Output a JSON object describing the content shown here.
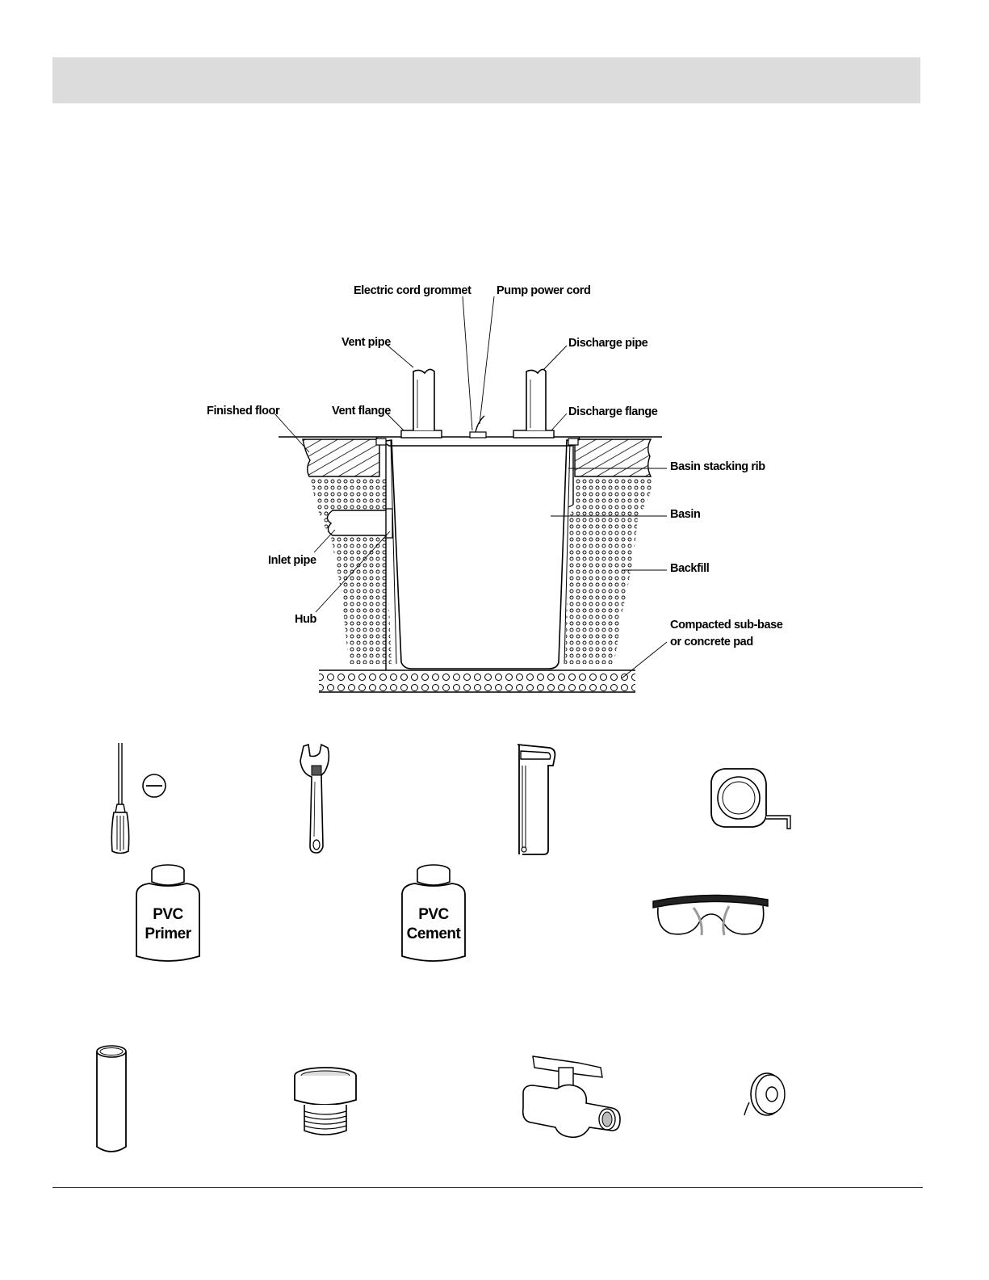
{
  "diagram": {
    "labels": {
      "electric_cord_grommet": "Electric cord grommet",
      "pump_power_cord": "Pump power cord",
      "vent_pipe": "Vent pipe",
      "discharge_pipe": "Discharge pipe",
      "finished_floor": "Finished floor",
      "vent_flange": "Vent flange",
      "discharge_flange": "Discharge flange",
      "basin_stacking_rib": "Basin stacking rib",
      "basin": "Basin",
      "inlet_pipe": "Inlet pipe",
      "backfill": "Backfill",
      "hub": "Hub",
      "sub_base_line1": "Compacted sub-base",
      "sub_base_line2": "or concrete pad"
    }
  },
  "tools": {
    "primer": {
      "line1": "PVC",
      "line2": "Primer"
    },
    "cement": {
      "line1": "PVC",
      "line2": "Cement"
    }
  }
}
